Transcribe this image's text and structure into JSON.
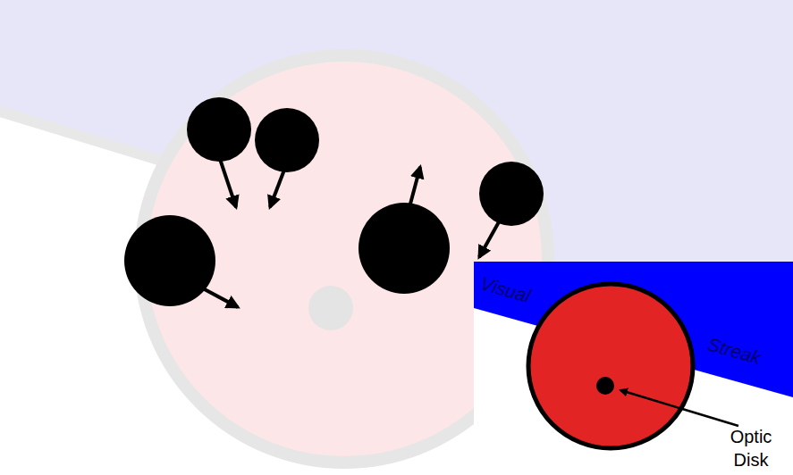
{
  "diagram": {
    "nodes": [
      {
        "text": [
          "Visual",
          "Streak"
        ]
      }
    ],
    "labels": [
      "Optic Disk"
    ]
  }
}
